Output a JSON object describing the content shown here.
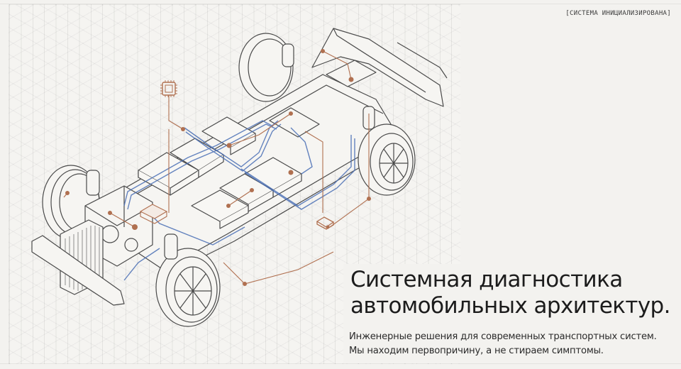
{
  "status": {
    "label": "[СИСТЕМА ИНИЦИАЛИЗИРОВАНА]"
  },
  "hero": {
    "headline_line1": "Системная диагностика",
    "headline_line2": "автомобильных архитектур.",
    "sub_line1": "Инженерные решения для современных транспортных систем.",
    "sub_line2": "Мы находим первопричину, а не стираем симптомы."
  },
  "illustration": {
    "subject": "isometric-vehicle-chassis-diagram",
    "colors": {
      "outline": "#4a4a4a",
      "wiring": "#4a6fb5",
      "callout": "#b07050",
      "grid": "#dcdad5",
      "background": "#f3f2ef"
    },
    "callout_icons": [
      "chip-icon",
      "connector-module-icon"
    ]
  }
}
